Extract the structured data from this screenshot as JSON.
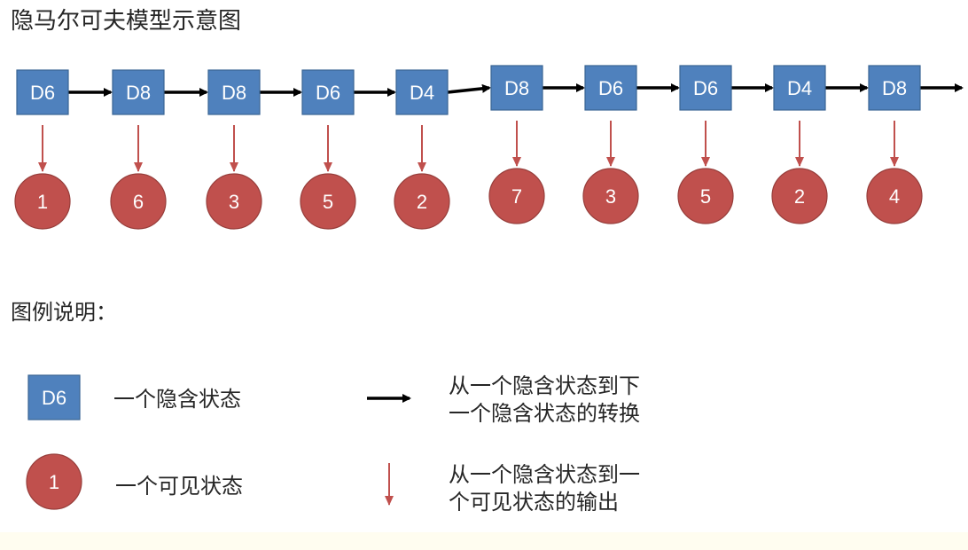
{
  "title": "隐马尔可夫模型示意图",
  "hidden_states": [
    "D6",
    "D8",
    "D8",
    "D6",
    "D4",
    "D8",
    "D6",
    "D6",
    "D4",
    "D8"
  ],
  "observations": [
    "1",
    "6",
    "3",
    "5",
    "2",
    "7",
    "3",
    "5",
    "2",
    "4"
  ],
  "legend": {
    "heading": "图例说明：",
    "hidden_example": "D6",
    "hidden_desc": "一个隐含状态",
    "observed_example": "1",
    "observed_desc": "一个可见状态",
    "transition_desc": [
      "从一个隐含状态到下",
      "一个隐含状态的转换"
    ],
    "emission_desc": [
      "从一个隐含状态到一",
      "个可见状态的输出"
    ]
  },
  "colors": {
    "hidden_state": "#4f81bd",
    "observation": "#c0504d",
    "transition_arrow": "#000000",
    "emission_arrow": "#c0504d"
  }
}
